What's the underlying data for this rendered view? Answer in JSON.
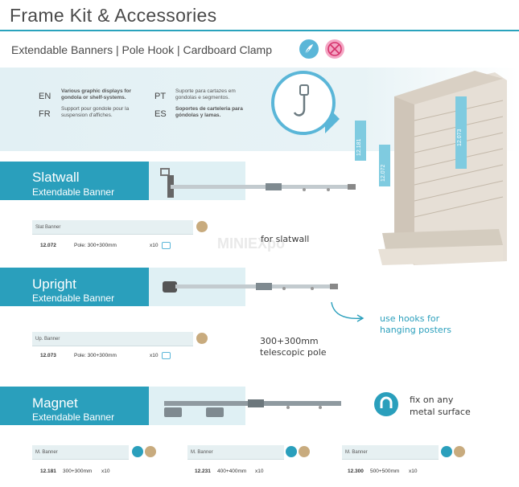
{
  "header": {
    "title": "Frame Kit & Accessories",
    "subtitle": "Extendable Banners | Pole Hook | Cardboard Clamp"
  },
  "icons": {
    "feather": "feather-icon",
    "no_tools": "no-tools-icon"
  },
  "languages": [
    {
      "code": "EN",
      "text": "Various graphic displays for gondola or shelf-systems."
    },
    {
      "code": "FR",
      "text": "Support pour gondole pour la suspension d'affiches."
    },
    {
      "code": "PT",
      "text": "Suporte para cartazes em gondolas e segmentos."
    },
    {
      "code": "ES",
      "text": "Soportes de carteleria para góndolas y lamas."
    }
  ],
  "shelf_tags": [
    "12.181",
    "12.072",
    "12.073"
  ],
  "products": [
    {
      "title": "Slatwall",
      "subtitle": "Extendable Banner",
      "spec_label": "Slat Banner",
      "code": "12.072",
      "desc": "Pole: 300+300mm",
      "qty": "x10"
    },
    {
      "title": "Upright",
      "subtitle": "Extendable Banner",
      "spec_label": "Up. Banner",
      "code": "12.073",
      "desc": "Pole: 300+300mm",
      "qty": "x10"
    },
    {
      "title": "Magnet",
      "subtitle": "Extendable Banner",
      "specs": [
        {
          "label": "M. Banner",
          "code": "12.181",
          "desc": "300+300mm",
          "qty": "x10"
        },
        {
          "label": "M. Banner",
          "code": "12.231",
          "desc": "400+400mm",
          "qty": "x10"
        },
        {
          "label": "M. Banner",
          "code": "12.300",
          "desc": "500+500mm",
          "qty": "x10"
        }
      ]
    }
  ],
  "notes": {
    "for_slatwall": "for slatwall",
    "hooks_1": "use hooks for",
    "hooks_2": "hanging posters",
    "telescopic_1": "300+300mm",
    "telescopic_2": "telescopic pole",
    "magnet_1": "fix on any",
    "magnet_2": "metal surface"
  },
  "watermark": "MINIEXpo",
  "colors": {
    "accent": "#2a9fbc",
    "light_band": "#dff0f4",
    "pink": "#f4a6c4",
    "gold": "#b89a6a"
  }
}
